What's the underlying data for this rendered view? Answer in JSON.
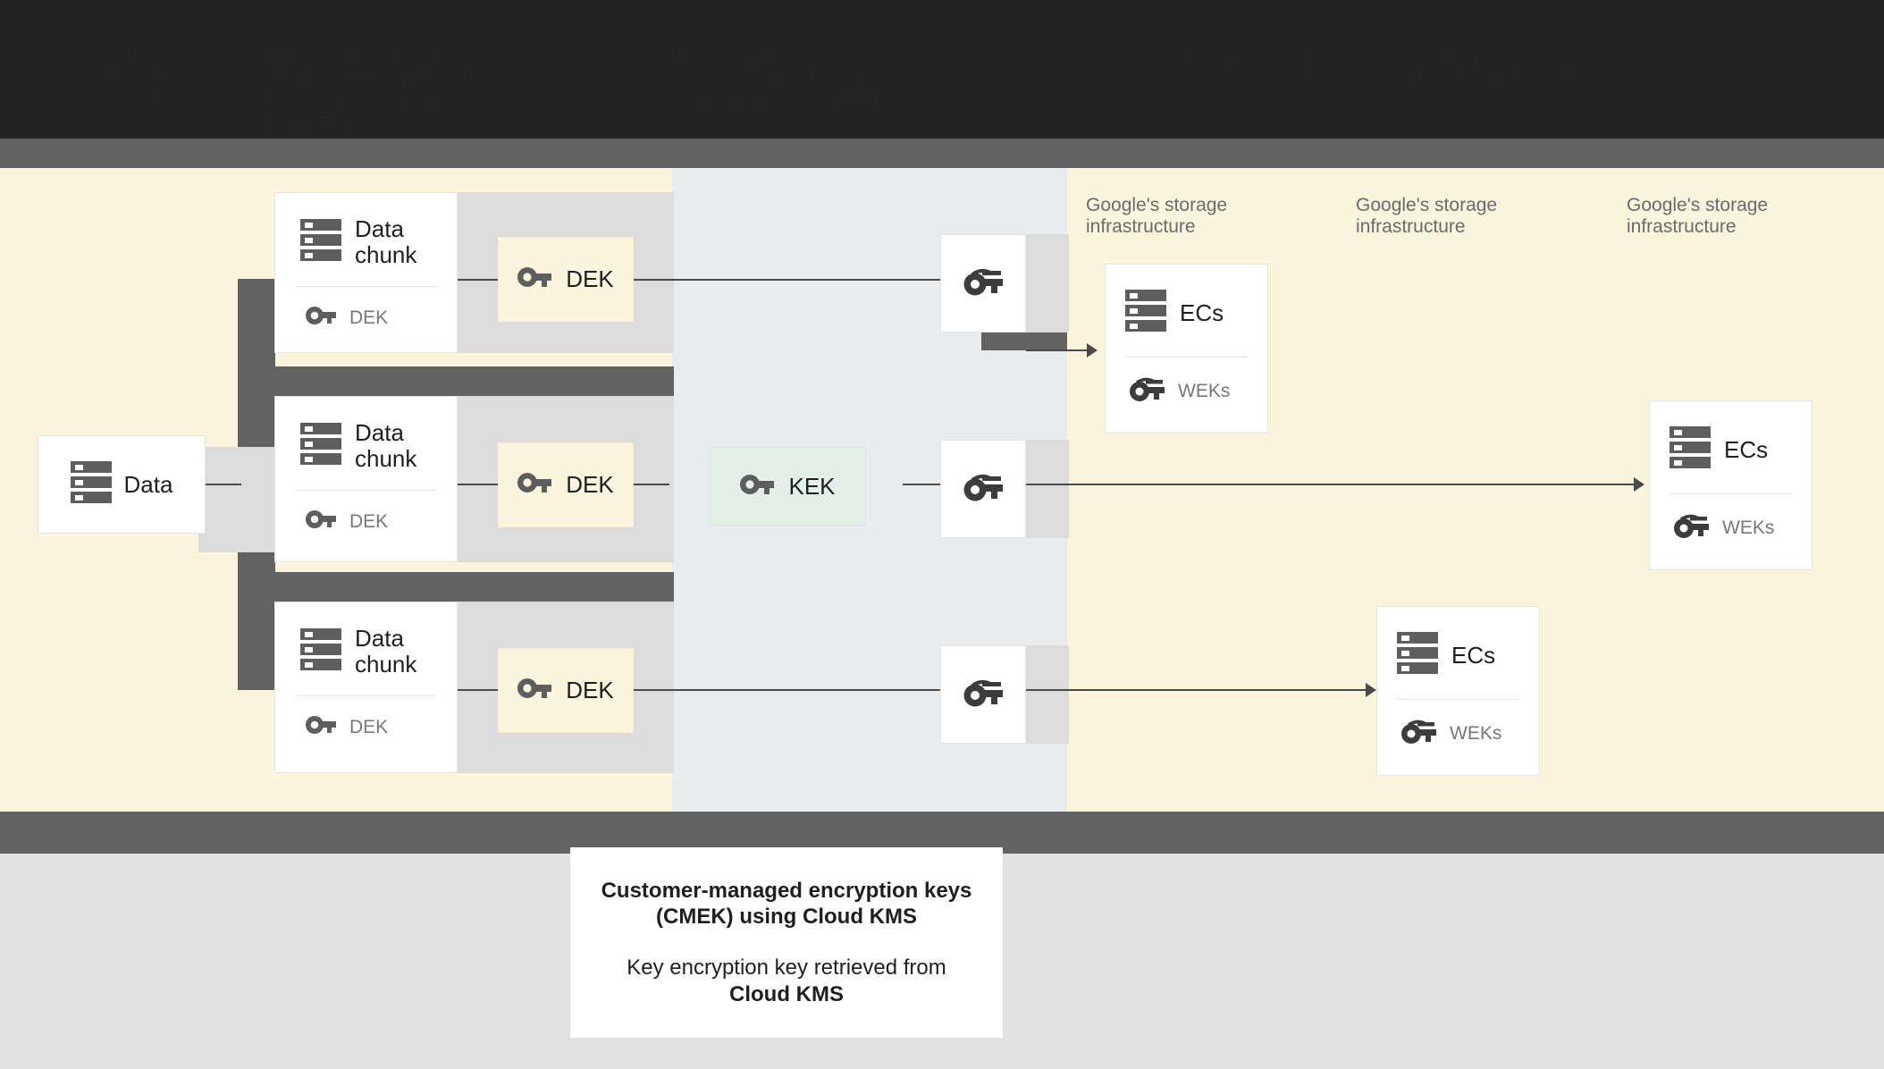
{
  "header": {
    "obscured": true,
    "columns": [
      "Data is\nuploaded\nto Google",
      "Data is chunked and\nchunks are encrypted with\ntheir own data encryption\nkey (DEK)",
      "Data encryption\nkeys are wrapped using\na key encryption key (KEK)",
      "Encrypted chunks and wrapped keys\nare distributed across Google's storage infrastructure"
    ]
  },
  "diagram": {
    "source": {
      "label": "Data",
      "icon": "server-stack-icon"
    },
    "chunks": [
      {
        "title": "Data\nchunk",
        "key_label": "DEK",
        "icon": "server-stack-icon",
        "key_icon": "key-icon"
      },
      {
        "title": "Data\nchunk",
        "key_label": "DEK",
        "icon": "server-stack-icon",
        "key_icon": "key-icon"
      },
      {
        "title": "Data\nchunk",
        "key_label": "DEK",
        "icon": "server-stack-icon",
        "key_icon": "key-icon"
      }
    ],
    "deks": [
      {
        "label": "DEK",
        "icon": "key-icon"
      },
      {
        "label": "DEK",
        "icon": "key-icon"
      },
      {
        "label": "DEK",
        "icon": "key-icon"
      }
    ],
    "kek": {
      "label": "KEK",
      "icon": "key-icon"
    },
    "wrapped_keys": [
      {
        "icon": "key-icon"
      },
      {
        "icon": "key-icon"
      },
      {
        "icon": "key-icon"
      }
    ],
    "storage_captions": [
      "Google's storage\ninfrastructure",
      "Google's storage\ninfrastructure",
      "Google's storage\ninfrastructure"
    ],
    "ec_cards": [
      {
        "title": "ECs",
        "key_label": "WEKs",
        "icon": "server-stack-icon",
        "key_icon": "key-icon"
      },
      {
        "title": "ECs",
        "key_label": "WEKs",
        "icon": "server-stack-icon",
        "key_icon": "key-icon"
      },
      {
        "title": "ECs",
        "key_label": "WEKs",
        "icon": "server-stack-icon",
        "key_icon": "key-icon"
      }
    ]
  },
  "caption": {
    "line1": "Customer-managed encryption keys (CMEK) using Cloud KMS",
    "line2_prefix": "Key encryption key retrieved from ",
    "line2_bold": "Cloud KMS"
  },
  "colors": {
    "cream": "#fcf4dd",
    "blue_gray": "#e8ecee",
    "dark_gray": "#626262",
    "header_black": "#232323",
    "mint": "#e3efe9",
    "dek_fill": "#fdf4dd",
    "page_gray": "#e2e2e2",
    "icon_gray": "#5e5e5e",
    "text_dark": "#1f1f1f",
    "text_muted": "#777777"
  }
}
